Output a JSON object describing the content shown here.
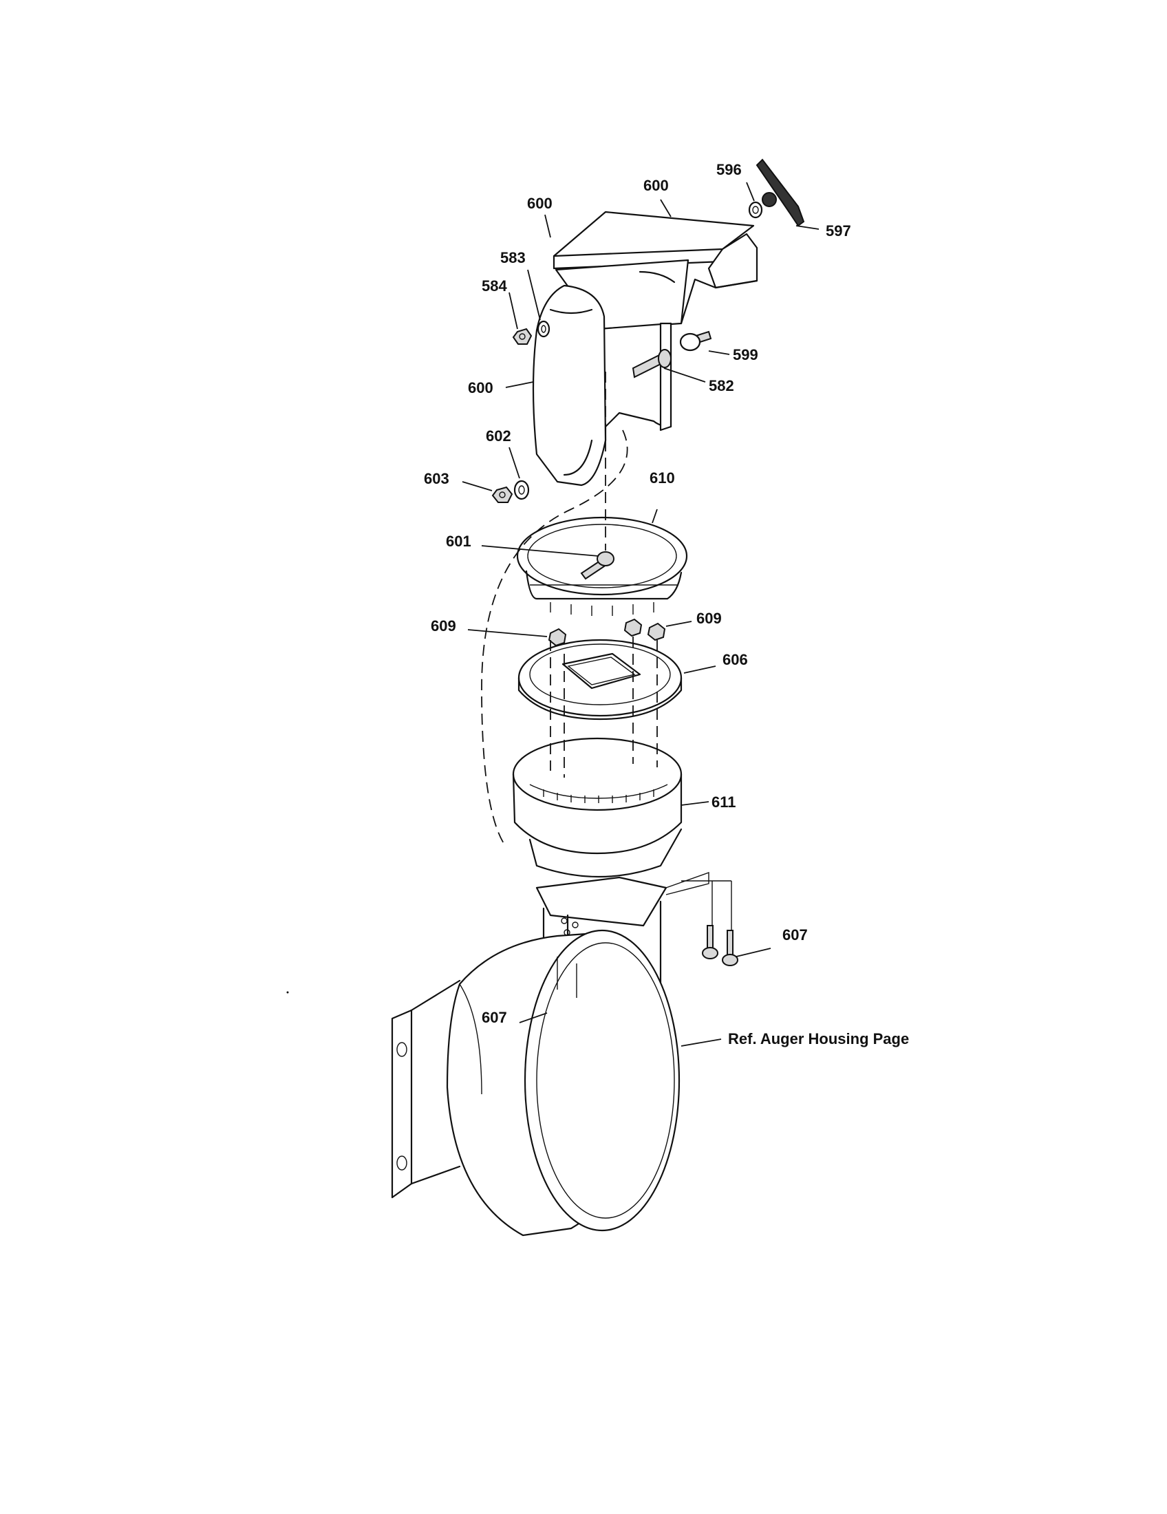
{
  "callouts": {
    "c596": "596",
    "c600_top": "600",
    "c600_left": "600",
    "c597": "597",
    "c583": "583",
    "c584": "584",
    "c599": "599",
    "c582": "582",
    "c600_side": "600",
    "c602": "602",
    "c603": "603",
    "c610": "610",
    "c601": "601",
    "c609_left": "609",
    "c609_right": "609",
    "c606": "606",
    "c611": "611",
    "c607_right": "607",
    "c607_left": "607"
  },
  "reference_note": "Ref. Auger Housing Page"
}
